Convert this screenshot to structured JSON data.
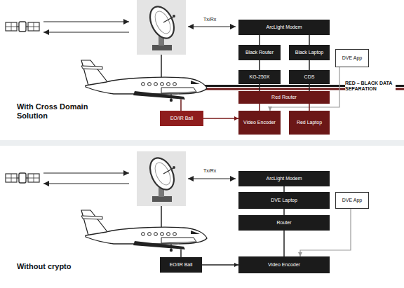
{
  "diagram": {
    "nodes": [
      {
        "text": [
          "ArcLight Modem"
        ]
      },
      {
        "text": [
          "Black Router"
        ]
      },
      {
        "text": [
          "Black Laptop"
        ]
      },
      {
        "text": [
          "DVE App"
        ]
      },
      {
        "text": [
          "KG-250X"
        ]
      },
      {
        "text": [
          "CDS"
        ]
      },
      {
        "text": [
          "Red Router"
        ]
      },
      {
        "text": [
          "EO/IR Ball"
        ]
      },
      {
        "text": [
          "Video Encoder"
        ]
      },
      {
        "text": [
          "Red Laptop"
        ]
      },
      {
        "text": [
          "ArcLight Modem"
        ]
      },
      {
        "text": [
          "DVE Laptop"
        ]
      },
      {
        "text": [
          "DVE App"
        ]
      },
      {
        "text": [
          "Router"
        ]
      },
      {
        "text": [
          "EO/IR Ball"
        ]
      },
      {
        "text": [
          "Video Encoder"
        ]
      }
    ],
    "edges": [
      {
        "from": 0,
        "to": 1,
        "arrow": "none"
      },
      {
        "from": 0,
        "to": 2,
        "arrow": "none"
      },
      {
        "from": 1,
        "to": 4,
        "arrow": "none"
      },
      {
        "from": 2,
        "to": 5,
        "arrow": "none"
      },
      {
        "from": 4,
        "to": 6,
        "arrow": "none"
      },
      {
        "from": 5,
        "to": 6,
        "arrow": "none"
      },
      {
        "from": 3,
        "to": 8,
        "arrow": "to"
      },
      {
        "from": 7,
        "to": 8,
        "arrow": "to"
      },
      {
        "from": 6,
        "to": 8,
        "arrow": "none"
      },
      {
        "from": 6,
        "to": 9,
        "arrow": "none"
      },
      {
        "from": 10,
        "to": 11,
        "arrow": "none"
      },
      {
        "from": 11,
        "to": 13,
        "arrow": "none"
      },
      {
        "from": 13,
        "to": 15,
        "arrow": "none"
      },
      {
        "from": 12,
        "to": 15,
        "arrow": "to"
      },
      {
        "from": 14,
        "to": 15,
        "arrow": "to"
      }
    ],
    "labels": [
      "Tx/Rx",
      "RED – BLACK DATA SEPARATION",
      "With Cross Domain Solution",
      "Tx/Rx",
      "Without crypto"
    ]
  }
}
